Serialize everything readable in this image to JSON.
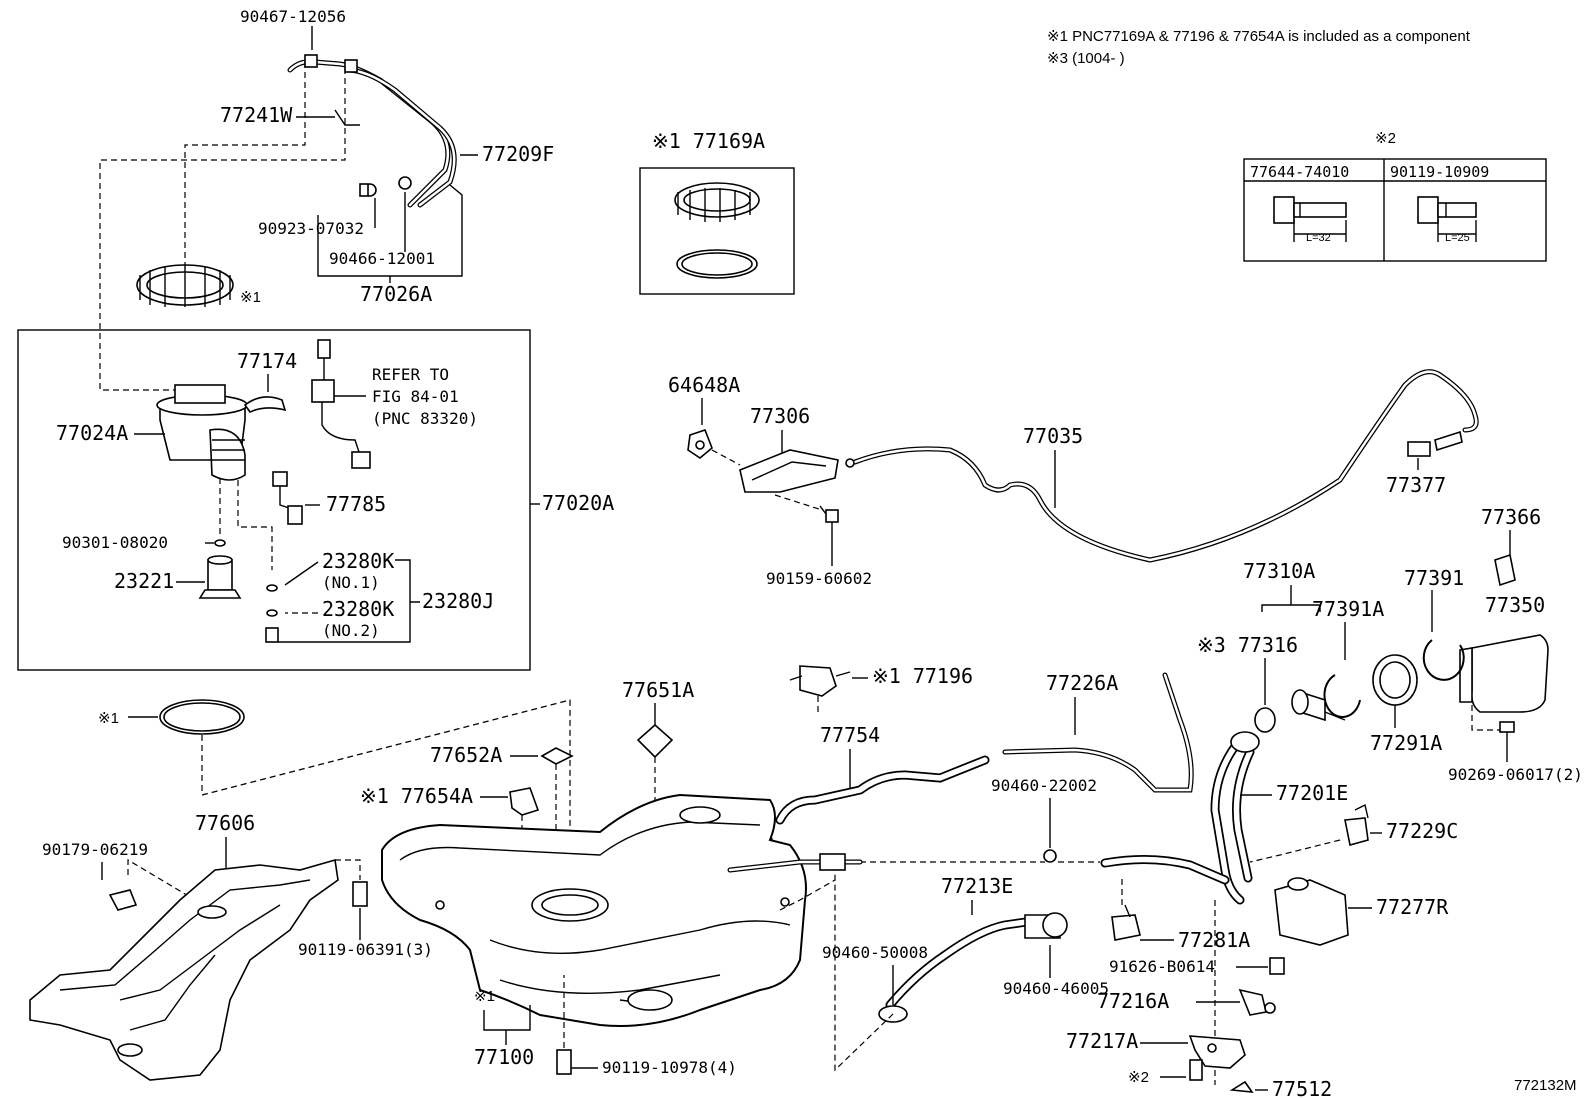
{
  "notes": {
    "note1": "※1 PNC77169A & 77196 & 77654A is included as a component",
    "note3": "※3 (1004-        )",
    "note2_mark": "※2",
    "bolt_a_pn": "77644-74010",
    "bolt_b_pn": "90119-10909",
    "bolt_a_len": "L=32",
    "bolt_b_len": "L=25"
  },
  "labels": {
    "l90467": "90467-12056",
    "l77241W": "77241W",
    "l77209F": "77209F",
    "l90923": "90923-07032",
    "l90466": "90466-12001",
    "l77026A": "77026A",
    "l77169A": "※1 77169A",
    "ring_mark": "※1",
    "l77174": "77174",
    "refer1": "REFER TO",
    "refer2": "FIG 84-01",
    "refer3": "(PNC 83320)",
    "l77024A": "77024A",
    "l77785": "77785",
    "l77020A": "77020A",
    "l90301": "90301-08020",
    "l23221": "23221",
    "l23280K1": "23280K",
    "l23280K1b": "(NO.1)",
    "l23280K2": "23280K",
    "l23280K2b": "(NO.2)",
    "l23280J": "23280J",
    "l64648A": "64648A",
    "l77306": "77306",
    "l77035": "77035",
    "l77377": "77377",
    "l90159": "90159-60602",
    "l77366": "77366",
    "l77310A": "77310A",
    "l77391": "77391",
    "l77391A": "77391A",
    "l77350": "77350",
    "l77316": "※3 77316",
    "l77291A": "77291A",
    "l90269": "90269-06017(2)",
    "l77196": "※1 77196",
    "l77651A": "77651A",
    "l77226A": "77226A",
    "gasket_mark": "※1",
    "l77754": "77754",
    "l77652A": "77652A",
    "l77654A": "※1 77654A",
    "l90460_22002": "90460-22002",
    "l77201E": "77201E",
    "l90179": "90179-06219",
    "l77606": "77606",
    "l77229C": "77229C",
    "l77213E": "77213E",
    "l77277R": "77277R",
    "l90119_06391": "90119-06391(3)",
    "l90460_50008": "90460-50008",
    "l77281A": "77281A",
    "l91626": "91626-B0614",
    "l90460_46005": "90460-46005",
    "l77216A": "77216A",
    "tank_mark": "※1",
    "l77100": "77100",
    "l77217A": "77217A",
    "l90119_10978": "90119-10978(4)",
    "bracket_mark": "※2",
    "l77512": "77512",
    "fig_code": "772132M"
  }
}
